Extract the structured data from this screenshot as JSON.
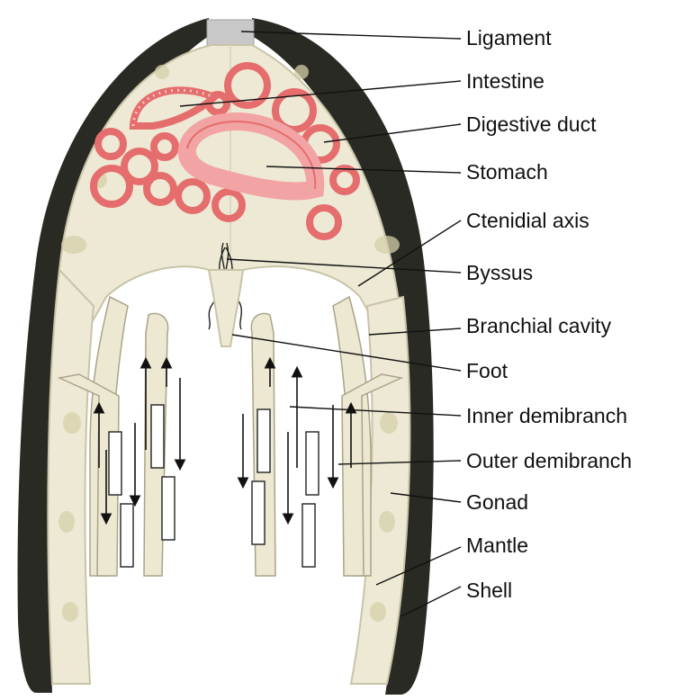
{
  "labels": {
    "ligament": "Ligament",
    "intestine": "Intestine",
    "digestive_duct": "Digestive duct",
    "stomach": "Stomach",
    "ctenidial_axis": "Ctenidial axis",
    "byssus": "Byssus",
    "branchial_cavity": "Branchial cavity",
    "foot": "Foot",
    "inner_demibranch": "Inner demibranch",
    "outer_demibranch": "Outer demibranch",
    "gonad": "Gonad",
    "mantle": "Mantle",
    "shell": "Shell"
  },
  "colors": {
    "shell": "#2a2a24",
    "ligament": "#c8c8c8",
    "tissue": "#ede9d4",
    "digestive_tubule": "#e56d6d",
    "intestine": "#f6c2c2"
  }
}
